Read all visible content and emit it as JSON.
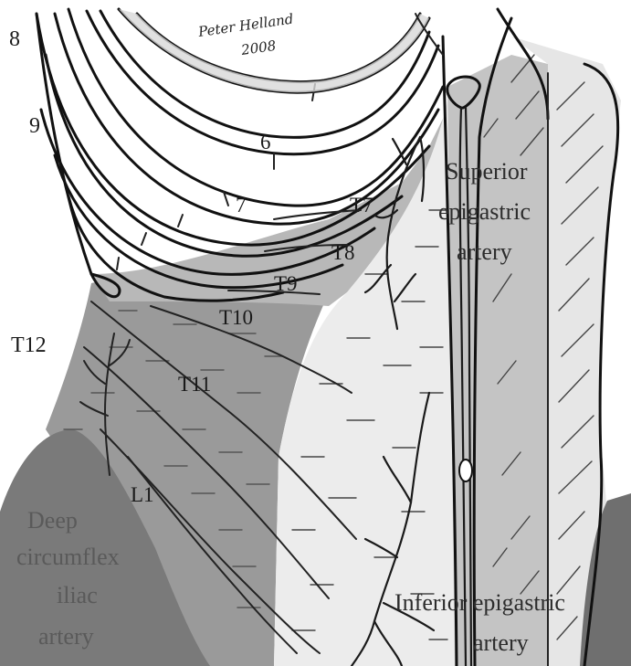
{
  "signature": {
    "name": "Peter Helland",
    "year": "2008"
  },
  "rib_labels": {
    "r8": "8",
    "r9": "9",
    "r6": "6",
    "r7": "7"
  },
  "nerve_labels": {
    "t7": "T7",
    "t8": "T8",
    "t9": "T9",
    "t10": "T10",
    "t11": "T11",
    "t12": "T12",
    "l1": "L1"
  },
  "artery_labels": {
    "superior": [
      "Superior",
      "epigastric",
      "artery"
    ],
    "deep_circumflex": [
      "Deep",
      "circumflex",
      "iliac",
      "artery"
    ],
    "inferior": [
      "Inferior epigastric",
      "artery"
    ]
  }
}
